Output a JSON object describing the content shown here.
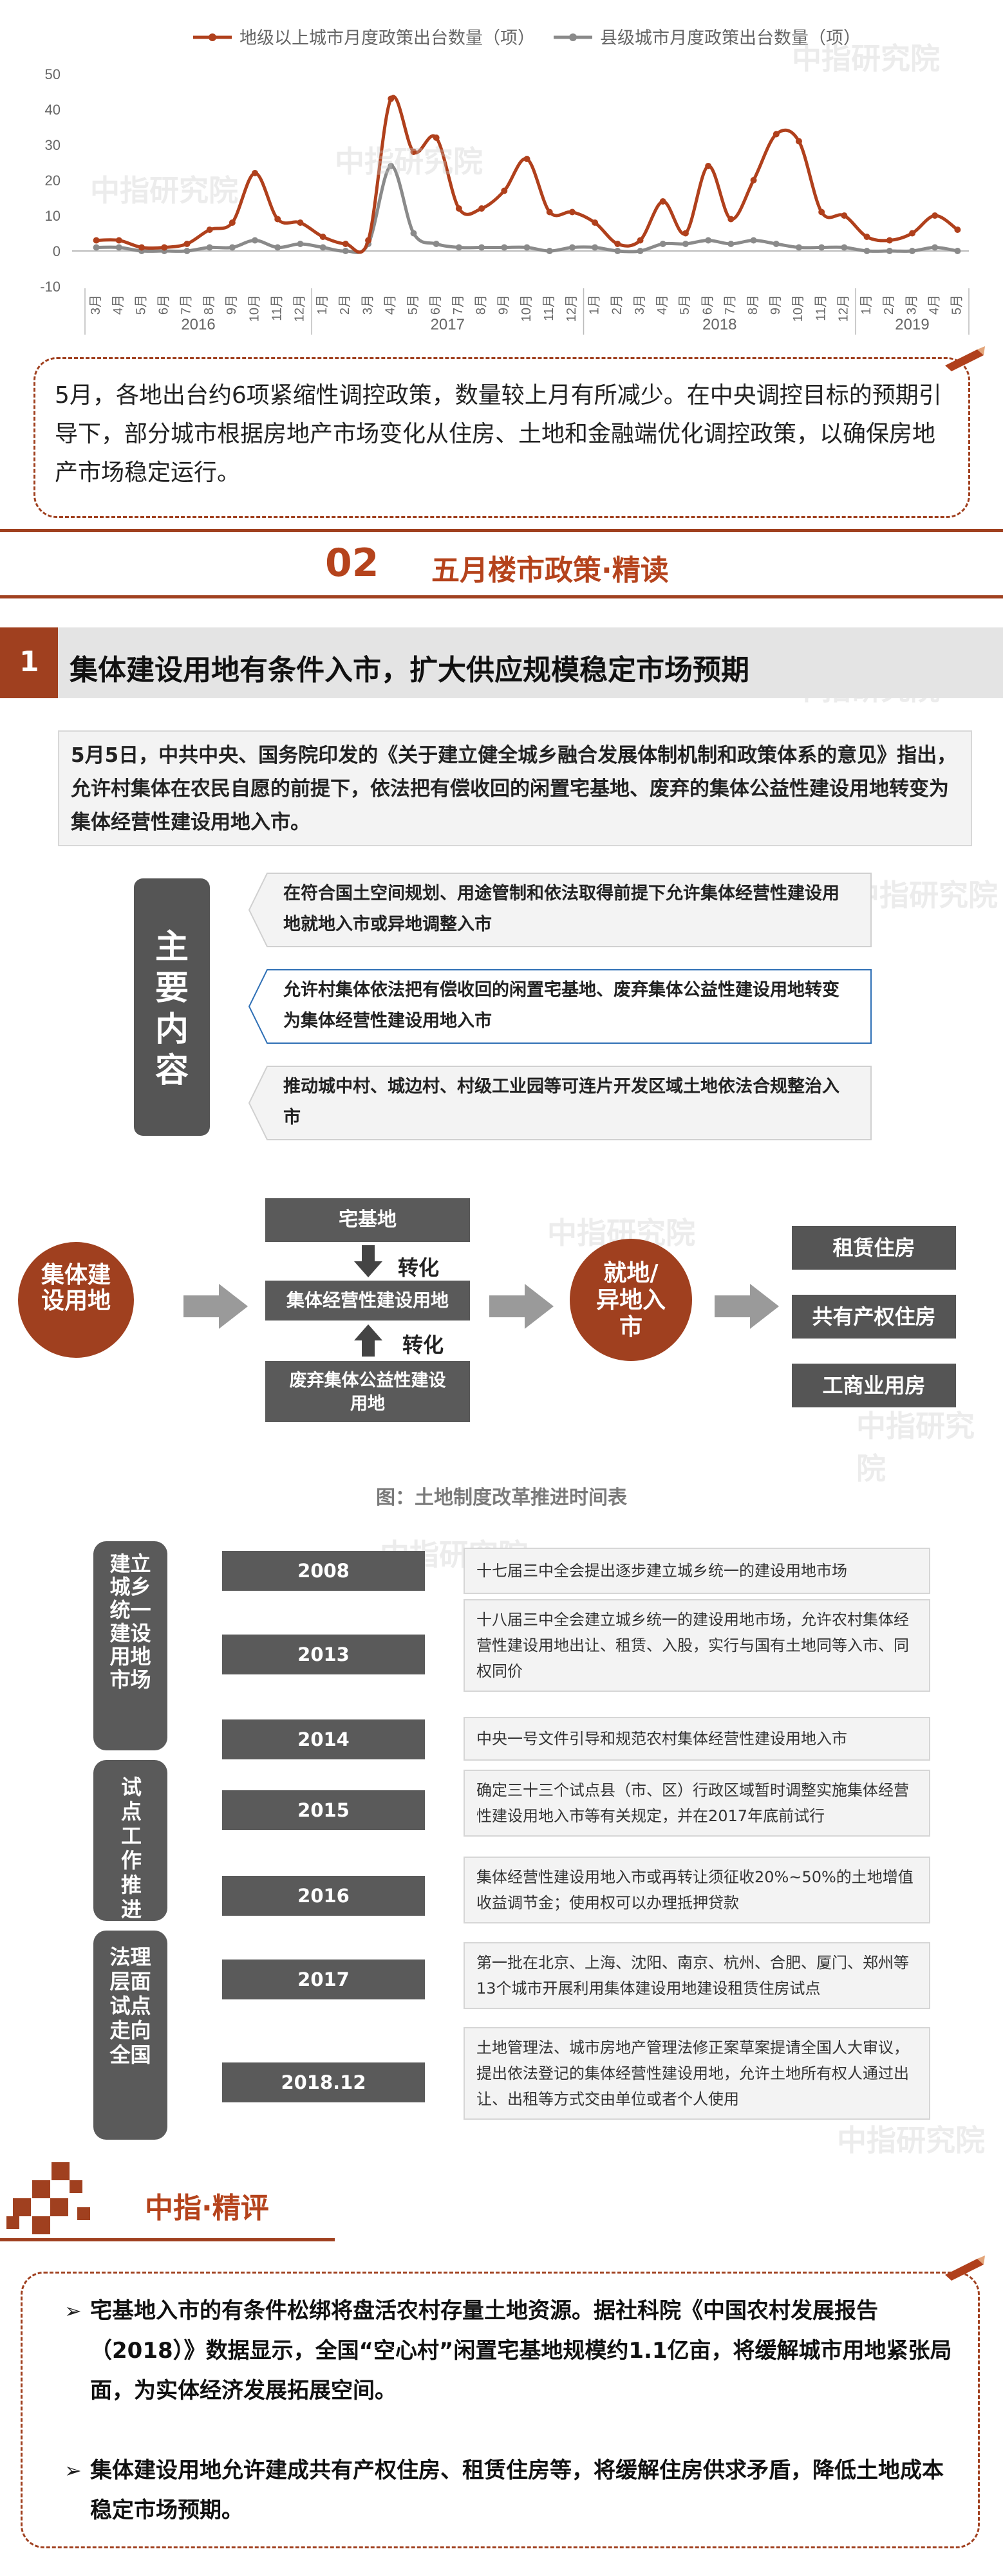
{
  "chart_data": {
    "type": "line",
    "title": "",
    "xlabel": "",
    "ylabel": "",
    "ylim": [
      -10,
      50
    ],
    "yticks": [
      -10,
      0,
      10,
      20,
      30,
      40,
      50
    ],
    "categories": [
      "3月",
      "4月",
      "5月",
      "6月",
      "7月",
      "8月",
      "9月",
      "10月",
      "11月",
      "12月",
      "1月",
      "2月",
      "3月",
      "4月",
      "5月",
      "6月",
      "7月",
      "8月",
      "9月",
      "10月",
      "11月",
      "12月",
      "1月",
      "2月",
      "3月",
      "4月",
      "5月",
      "6月",
      "7月",
      "8月",
      "9月",
      "10月",
      "11月",
      "12月",
      "1月",
      "2月",
      "3月",
      "4月",
      "5月"
    ],
    "year_labels": [
      "2016",
      "2017",
      "2018",
      "2019"
    ],
    "series": [
      {
        "name": "地级以上城市月度政策出台数量（项）",
        "color": "#b0401c",
        "values": [
          3,
          3,
          1,
          1,
          2,
          6,
          8,
          22,
          9,
          8,
          4,
          2,
          3,
          43,
          28,
          32,
          12,
          12,
          17,
          26,
          11,
          11,
          8,
          2,
          3,
          14,
          5,
          24,
          9,
          20,
          33,
          31,
          11,
          10,
          4,
          3,
          5,
          10,
          6
        ]
      },
      {
        "name": "县级城市月度政策出台数量（项）",
        "color": "#8a8a8a",
        "values": [
          1,
          1,
          0,
          0,
          0,
          1,
          1,
          3,
          1,
          2,
          1,
          0,
          2,
          24,
          5,
          2,
          1,
          1,
          1,
          1,
          0,
          1,
          1,
          0,
          0,
          2,
          2,
          3,
          2,
          3,
          2,
          1,
          1,
          1,
          0,
          0,
          0,
          1,
          0
        ]
      }
    ]
  },
  "watermark": "中指研究院",
  "summary_text": "5月，各地出台约6项紧缩性调控政策，数量较上月有所减少。在中央调控目标的预期引导下，部分城市根据房地产市场变化从住房、土地和金融端优化调控政策，以确保房地产市场稳定运行。",
  "section": {
    "number": "02",
    "title": "五月楼市政策·精读"
  },
  "topic": {
    "number": "1",
    "title": "集体建设用地有条件入市，扩大供应规模稳定市场预期"
  },
  "intro_text": "5月5日，中共中央、国务院印发的《关于建立健全城乡融合发展体制机制和政策体系的意见》指出，允许村集体在农民自愿的前提下，依法把有偿收回的闲置宅基地、废弃的集体公益性建设用地转变为集体经营性建设用地入市。",
  "main_content": {
    "label": "主要内容",
    "label_chars": [
      "主",
      "要",
      "内",
      "容"
    ],
    "items": [
      "在符合国土空间规划、用途管制和依法取得前提下允许集体经营性建设用地就地入市或异地调整入市",
      "允许村集体依法把有偿收回的闲置宅基地、废弃集体公益性建设用地转变为集体经营性建设用地入市",
      "推动城中村、城边村、村级工业园等可连片开发区域土地依法合规整治入市"
    ]
  },
  "flow": {
    "source": "集体建设用地",
    "top_box": "宅基地",
    "mid_box": "集体经营性建设用地",
    "bottom_box": "废弃集体公益性建设用地",
    "convert_top": "转化",
    "convert_bottom": "转化",
    "target": "就地/异地入市",
    "uses": [
      "租赁住房",
      "共有产权住房",
      "工商业用房"
    ]
  },
  "timeline": {
    "caption": "图：土地制度改革推进时间表",
    "stages": [
      "建立城乡统一建设用地市场",
      "试点工作推进",
      "法理层面试点走向全国"
    ],
    "rows": [
      {
        "year": "2008",
        "text": "十七届三中全会提出逐步建立城乡统一的建设用地市场"
      },
      {
        "year": "2013",
        "text": "十八届三中全会建立城乡统一的建设用地市场，允许农村集体经营性建设用地出让、租赁、入股，实行与国有土地同等入市、同权同价"
      },
      {
        "year": "2014",
        "text": "中央一号文件引导和规范农村集体经营性建设用地入市"
      },
      {
        "year": "2015",
        "text": "确定三十三个试点县（市、区）行政区域暂时调整实施集体经营性建设用地入市等有关规定，并在2017年底前试行"
      },
      {
        "year": "2016",
        "text": "集体经营性建设用地入市或再转让须征收20%~50%的土地增值收益调节金；使用权可以办理抵押贷款"
      },
      {
        "year": "2017",
        "text": "第一批在北京、上海、沈阳、南京、杭州、合肥、厦门、郑州等13个城市开展利用集体建设用地建设租赁住房试点"
      },
      {
        "year": "2018.12",
        "text": "土地管理法、城市房地产管理法修正案草案提请全国人大审议，提出依法登记的集体经营性建设用地，允许土地所有权人通过出让、出租等方式交由单位或者个人使用"
      }
    ]
  },
  "comment": {
    "title": "中指·精评",
    "bullets": [
      "宅基地入市的有条件松绑将盘活农村存量土地资源。据社科院《中国农村发展报告（2018）》数据显示，全国“空心村”闲置宅基地规模约1.1亿亩，将缓解城市用地紧张局面，为实体经济发展拓展空间。",
      "集体建设用地允许建成共有产权住房、租赁住房等，将缓解住房供求矛盾，降低土地成本稳定市场预期。"
    ]
  }
}
